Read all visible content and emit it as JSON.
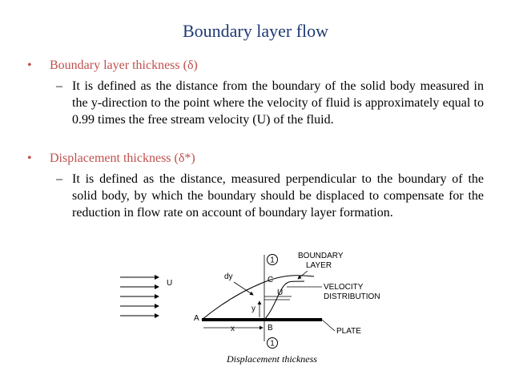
{
  "title": "Boundary layer flow",
  "bullets": [
    {
      "heading": "Boundary layer thickness (δ)",
      "text": "It is defined as the distance from the boundary of the solid body measured in the y-direction to the point where the velocity of fluid is approximately equal to 0.99 times the free stream velocity (U) of the fluid."
    },
    {
      "heading": "Displacement thickness (δ*)",
      "text": "It is defined as the distance, measured perpendicular to the boundary of the solid body, by which the boundary should be displaced to compensate for the reduction in flow rate on account of boundary layer formation."
    }
  ],
  "figure": {
    "U_left": "U",
    "section_top": "1",
    "section_bottom": "1",
    "dy": "dy",
    "C": "C",
    "U_profile": "U",
    "y": "y",
    "A": "A",
    "x": "x",
    "B": "B",
    "boundary_layer_1": "BOUNDARY",
    "boundary_layer_2": "LAYER",
    "velocity_1": "VELOCITY",
    "velocity_2": "DISTRIBUTION",
    "plate": "PLATE",
    "caption": "Displacement thickness"
  },
  "colors": {
    "title": "#1f3a73",
    "heading": "#c0504d"
  }
}
